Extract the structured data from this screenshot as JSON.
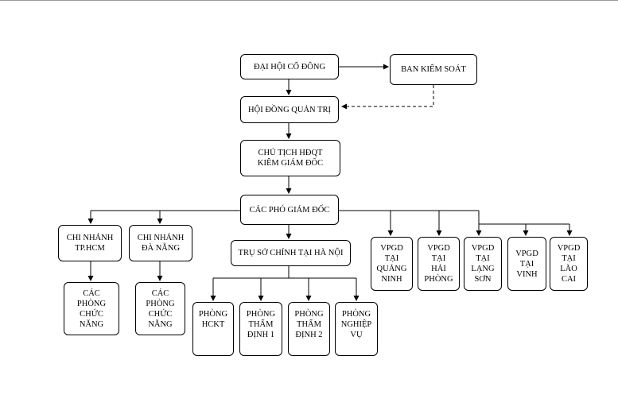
{
  "nodes": {
    "shareholders": "ĐẠI HỘI CỔ ĐÔNG",
    "supervisory": "BAN KIỂM SOÁT",
    "board": "HỘI ĐỒNG QUẢN TRỊ",
    "chairman": "CHỦ TỊCH HĐQT\nKIÊM GIÁM ĐỐC",
    "deputies": "CÁC PHÓ GIÁM ĐỐC",
    "branch_hcm": "CHI NHÁNH\nTP.HCM",
    "branch_danang": "CHI NHÁNH\nĐÀ NẴNG",
    "hcm_departments": "CÁC\nPHÒNG\nCHỨC\nNĂNG",
    "danang_departments": "CÁC\nPHÒNG\nCHỨC\nNĂNG",
    "headquarters": "TRỤ SỞ CHÍNH TẠI HÀ NỘI",
    "dept_hckt": "PHÒNG\nHCKT",
    "dept_appraisal1": "PHÒNG\nTHẨM\nĐỊNH 1",
    "dept_appraisal2": "PHÒNG\nTHẨM\nĐỊNH 2",
    "dept_operations": "PHÒNG\nNGHIỆP\nVỤ",
    "vpgd_quangninh": "VPGD\nTẠI\nQUẢNG\nNINH",
    "vpgd_haiphong": "VPGD\nTẠI\nHẢI\nPHÒNG",
    "vpgd_langson": "VPGD\nTẠI\nLẠNG\nSƠN",
    "vpgd_vinh": "VPGD\nTẠI\nVINH",
    "vpgd_laocai": "VPGD\nTẠI\nLÀO\nCAI"
  }
}
